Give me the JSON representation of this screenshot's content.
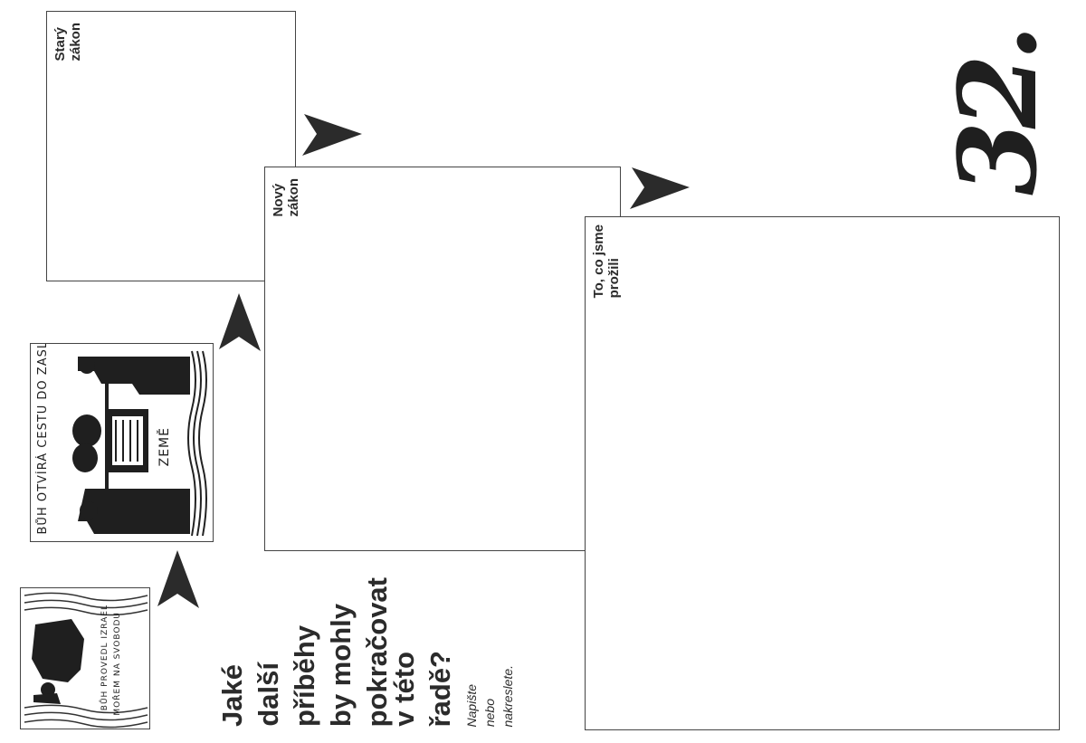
{
  "page_number": "32.",
  "boxes": {
    "old_law": "Starý\nzákon",
    "new_law": "Nový\nzákon",
    "experienced": "To, co jsme\nprožili"
  },
  "illustrations": {
    "promised_land": {
      "caption_line1": "BŮH OTVÍRÁ CESTU DO ZASLÍBENÉ",
      "caption_line2": "ZEMĚ"
    },
    "red_sea": {
      "caption_line1": "BŮH PROVEDL IZRAEL",
      "caption_line2": "MOŘEM NA SVOBODU"
    }
  },
  "question": {
    "lines": [
      "Jaké",
      "další",
      "příběhy",
      "by mohly",
      "pokračovat",
      "v této",
      "řadě?"
    ],
    "hint_lines": [
      "Napište",
      "nebo",
      "nakreslete."
    ]
  },
  "icons": [
    "arrow-icon",
    "arrow-icon",
    "arrow-icon",
    "arrow-icon"
  ]
}
